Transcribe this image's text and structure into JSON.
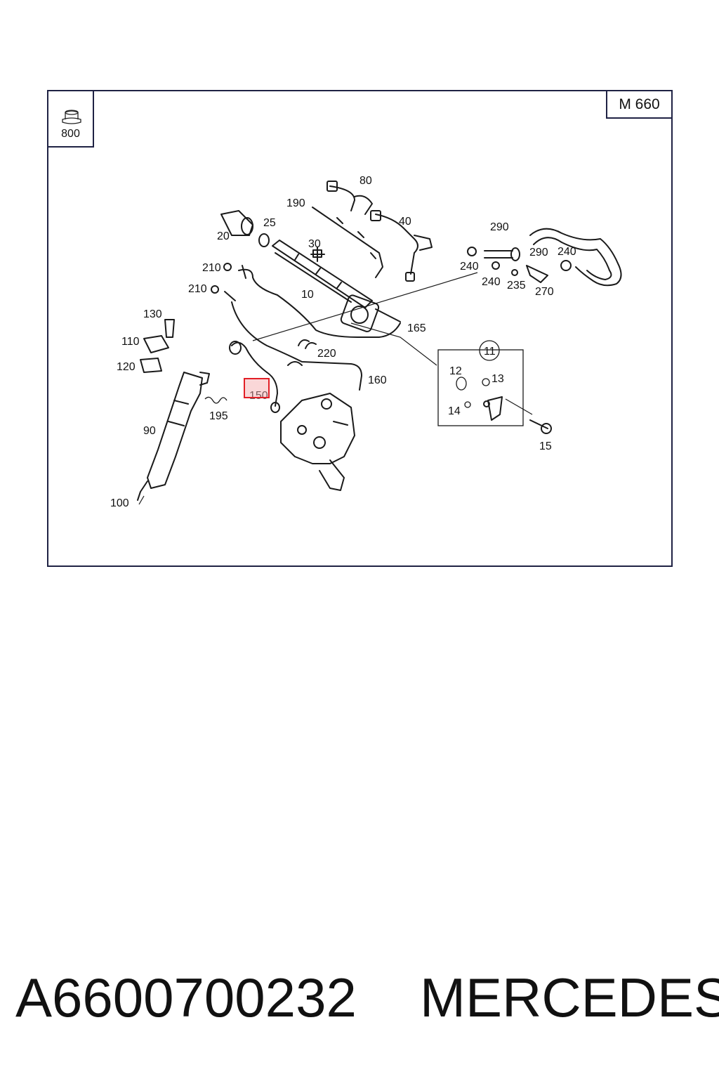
{
  "diagram": {
    "model_label": "M 660",
    "reference_box_label": "800",
    "group_label": "11",
    "highlighted_callout": "150",
    "callouts": [
      {
        "id": "c80",
        "text": "80"
      },
      {
        "id": "c190",
        "text": "190"
      },
      {
        "id": "c40",
        "text": "40"
      },
      {
        "id": "c25",
        "text": "25"
      },
      {
        "id": "c20",
        "text": "20"
      },
      {
        "id": "c30",
        "text": "30"
      },
      {
        "id": "c290a",
        "text": "290"
      },
      {
        "id": "c290b",
        "text": "290"
      },
      {
        "id": "c240a",
        "text": "240"
      },
      {
        "id": "c240b",
        "text": "240"
      },
      {
        "id": "c240c",
        "text": "240"
      },
      {
        "id": "c235",
        "text": "235"
      },
      {
        "id": "c270",
        "text": "270"
      },
      {
        "id": "c210a",
        "text": "210"
      },
      {
        "id": "c210b",
        "text": "210"
      },
      {
        "id": "c10",
        "text": "10"
      },
      {
        "id": "c165",
        "text": "165"
      },
      {
        "id": "c130",
        "text": "130"
      },
      {
        "id": "c110",
        "text": "110"
      },
      {
        "id": "c120",
        "text": "120"
      },
      {
        "id": "c220",
        "text": "220"
      },
      {
        "id": "c160",
        "text": "160"
      },
      {
        "id": "c12",
        "text": "12"
      },
      {
        "id": "c13",
        "text": "13"
      },
      {
        "id": "c14",
        "text": "14"
      },
      {
        "id": "c15",
        "text": "15"
      },
      {
        "id": "c195",
        "text": "195"
      },
      {
        "id": "c90",
        "text": "90"
      },
      {
        "id": "c100",
        "text": "100"
      }
    ]
  },
  "footer": {
    "part_number": "A6600700232",
    "brand": "MERCEDES"
  },
  "colors": {
    "frame": "#1f2244",
    "highlight": "#e21f26"
  }
}
